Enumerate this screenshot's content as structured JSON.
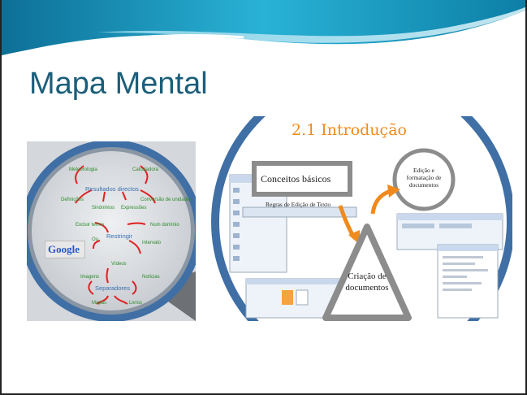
{
  "slide": {
    "title": "Mapa Mental"
  },
  "mind_map": {
    "center_top": "Resultados directos",
    "center_mid": "Restringir",
    "center_bottom": "Separadores",
    "nodes": [
      "Meteorologia",
      "Calculadora",
      "Definições",
      "Sinónimos",
      "Expressões",
      "Conversão de unidades",
      "Excluir termo",
      "Num domínio",
      "Ou",
      "Intervalo",
      "Imagens",
      "Vídeos",
      "Notícias",
      "Mapas",
      "Livros"
    ],
    "logo_text": "Google"
  },
  "intro": {
    "title": "2.1 Introdução",
    "box_label": "Conceitos básicos",
    "rules_label": "Regras de Edição de Texto",
    "circle_label": "Edição e formatação de documentos",
    "triangle_label": "Criação de documentos"
  },
  "colors": {
    "title": "#1b5e7a",
    "accent_orange": "#f08a1c",
    "ring_blue": "#3f6fa5",
    "banner_teal": "#1fa3c4"
  }
}
